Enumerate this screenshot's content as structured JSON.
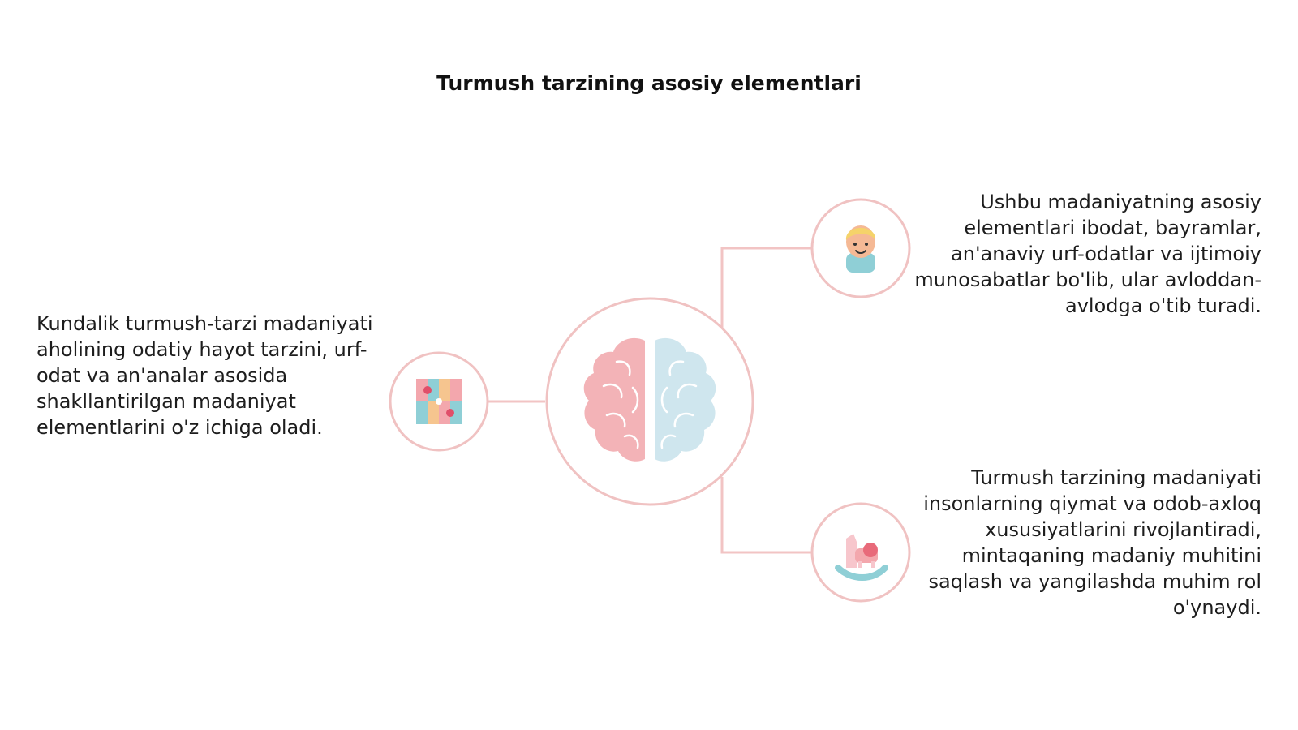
{
  "title": "Turmush tarzining asosiy elementlari",
  "colors": {
    "accent_line": "#f2c4c4",
    "circle_stroke": "#f0c2c2",
    "brain_left": "#f3b3b7",
    "brain_right": "#cfe6ee"
  },
  "nodes": {
    "center": {
      "icon": "brain-icon"
    },
    "left": {
      "icon": "puzzle-icon",
      "text": "Kundalik turmush-tarzi madaniyati aholining odatiy hayot tarzini, urf-odat va an'analar asosida shakllantirilgan madaniyat elementlarini o'z ichiga oladi."
    },
    "top_right": {
      "icon": "person-icon",
      "text": "Ushbu madaniyatning asosiy elementlari ibodat, bayramlar, an'anaviy urf-odatlar va ijtimoiy munosabatlar bo'lib, ular avloddan-avlodga o'tib turadi."
    },
    "bottom_right": {
      "icon": "rocking-horse-icon",
      "text": "Turmush tarzining madaniyati insonlarning qiymat va odob-axloq xususiyatlarini rivojlantiradi, mintaqaning madaniy muhitini saqlash va yangilashda muhim rol o'ynaydi."
    }
  }
}
